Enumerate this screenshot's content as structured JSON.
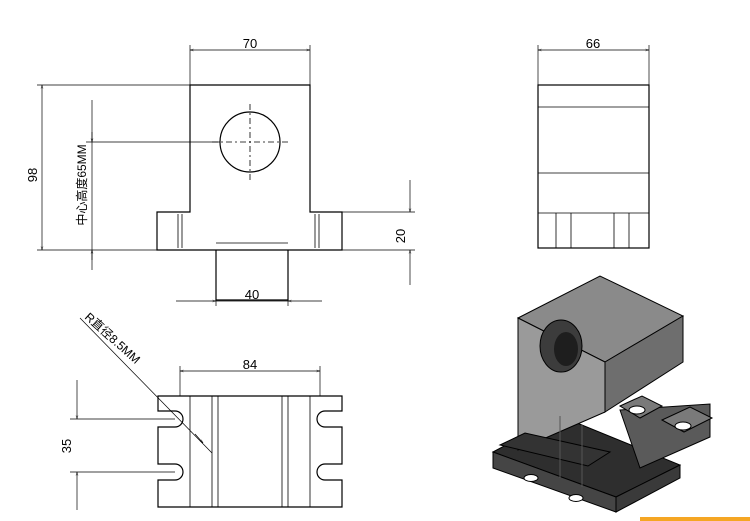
{
  "dimensions": {
    "top_width": "70",
    "side_width": "66",
    "overall_height": "98",
    "center_height": "中心高度65MM",
    "base_height": "20",
    "tongue_width": "40",
    "slot_radius": "R直径8.5MM",
    "base_length": "84",
    "slot_spacing": "35"
  },
  "colors": {
    "line": "#000000",
    "shade_light": "#9a9a9a",
    "shade_mid": "#6e6e6e",
    "shade_dark": "#3c3c3c",
    "accent_bar": "#f5a623"
  }
}
